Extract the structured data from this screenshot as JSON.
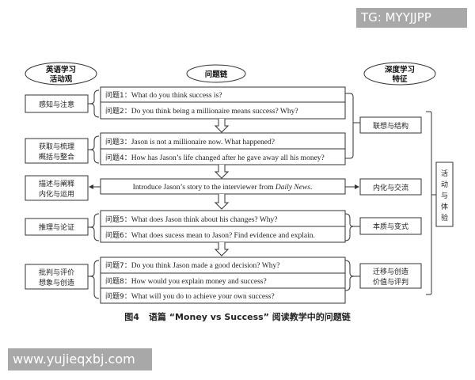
{
  "watermarks": {
    "top_right": "TG: MYYJJPP",
    "bottom_left": "www.yujieqxbj.com"
  },
  "headers": {
    "left": [
      "英语学习",
      "活动观"
    ],
    "center": "问题链",
    "right": [
      "深度学习",
      "特征"
    ]
  },
  "question_groups": [
    {
      "left_label": [
        "感知与注意"
      ],
      "questions": [
        {
          "prefix": "问题1：",
          "text": "What do you think success is?"
        },
        {
          "prefix": "问题2：",
          "text": "Do you think being a millionaire means success? Why?"
        }
      ]
    },
    {
      "left_label": [
        "获取与梳理",
        "概括与整合"
      ],
      "questions": [
        {
          "prefix": "问题3：",
          "text": "Jason is not a millionaire now. What happened?"
        },
        {
          "prefix": "问题4：",
          "text": "How has Jason’s life changed after he gave away all his money?"
        }
      ]
    },
    {
      "left_label": [
        "描述与阐释",
        "内化与运用"
      ],
      "task": {
        "text": "Introduce Jason’s story to the interviewer from ",
        "italic": "Daily News",
        "end": "."
      }
    },
    {
      "left_label": [
        "推理与论证"
      ],
      "questions": [
        {
          "prefix": "问题5：",
          "text": "What does Jason think about his changes? Why?"
        },
        {
          "prefix": "问题6：",
          "text": "What does sucess mean to Jason? Find evidence and explain."
        }
      ]
    },
    {
      "left_label": [
        "批判与评价",
        "想象与创造"
      ],
      "questions": [
        {
          "prefix": "问题7：",
          "text": "Do you think Jason made a good decision? Why?"
        },
        {
          "prefix": "问题8：",
          "text": "How would you explain money and success?"
        },
        {
          "prefix": "问题9：",
          "text": "What will you do to achieve your own success?"
        }
      ]
    }
  ],
  "right_labels": [
    [
      "联想与结构"
    ],
    [
      "内化与交流"
    ],
    [
      "本质与变式"
    ],
    [
      "迁移与创造",
      "价值与评判"
    ]
  ],
  "side_label": [
    "活",
    "动",
    "与",
    "体",
    "验"
  ],
  "caption": {
    "fig": "图4",
    "text": "语篇 “Money vs Success” 阅读教学中的问题链"
  }
}
